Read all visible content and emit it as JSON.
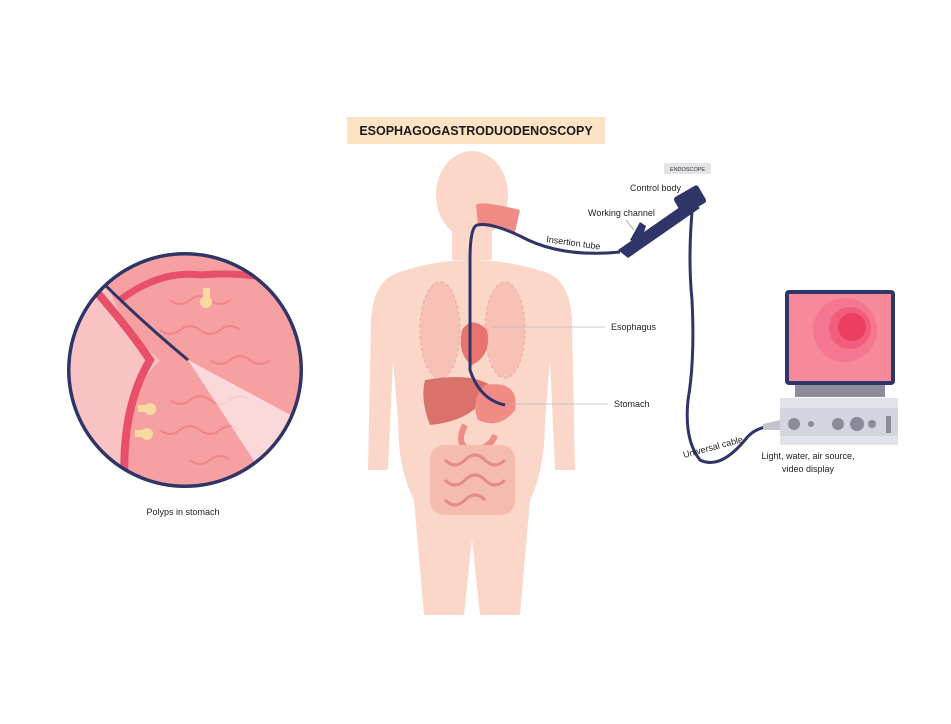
{
  "title": "ESOPHAGOGASTRODUODENOSCOPY",
  "labels": {
    "endoscope": "ENDOSCOPE",
    "control_body": "Control body",
    "working_channel": "Working channel",
    "insertion_tube": "Insertion tube",
    "esophagus": "Esophagus",
    "stomach": "Stomach",
    "universal_cable": "Universal cable",
    "device_line1": "Light, water, air source,",
    "device_line2": "video display",
    "polyps": "Polyps in stomach"
  },
  "colors": {
    "title_bg": "#fbe3c4",
    "skin": "#fbd7c9",
    "organ": "#f08b86",
    "scope": "#2f3566",
    "screen": "#f78a9a",
    "device": "#e2e2ea"
  }
}
